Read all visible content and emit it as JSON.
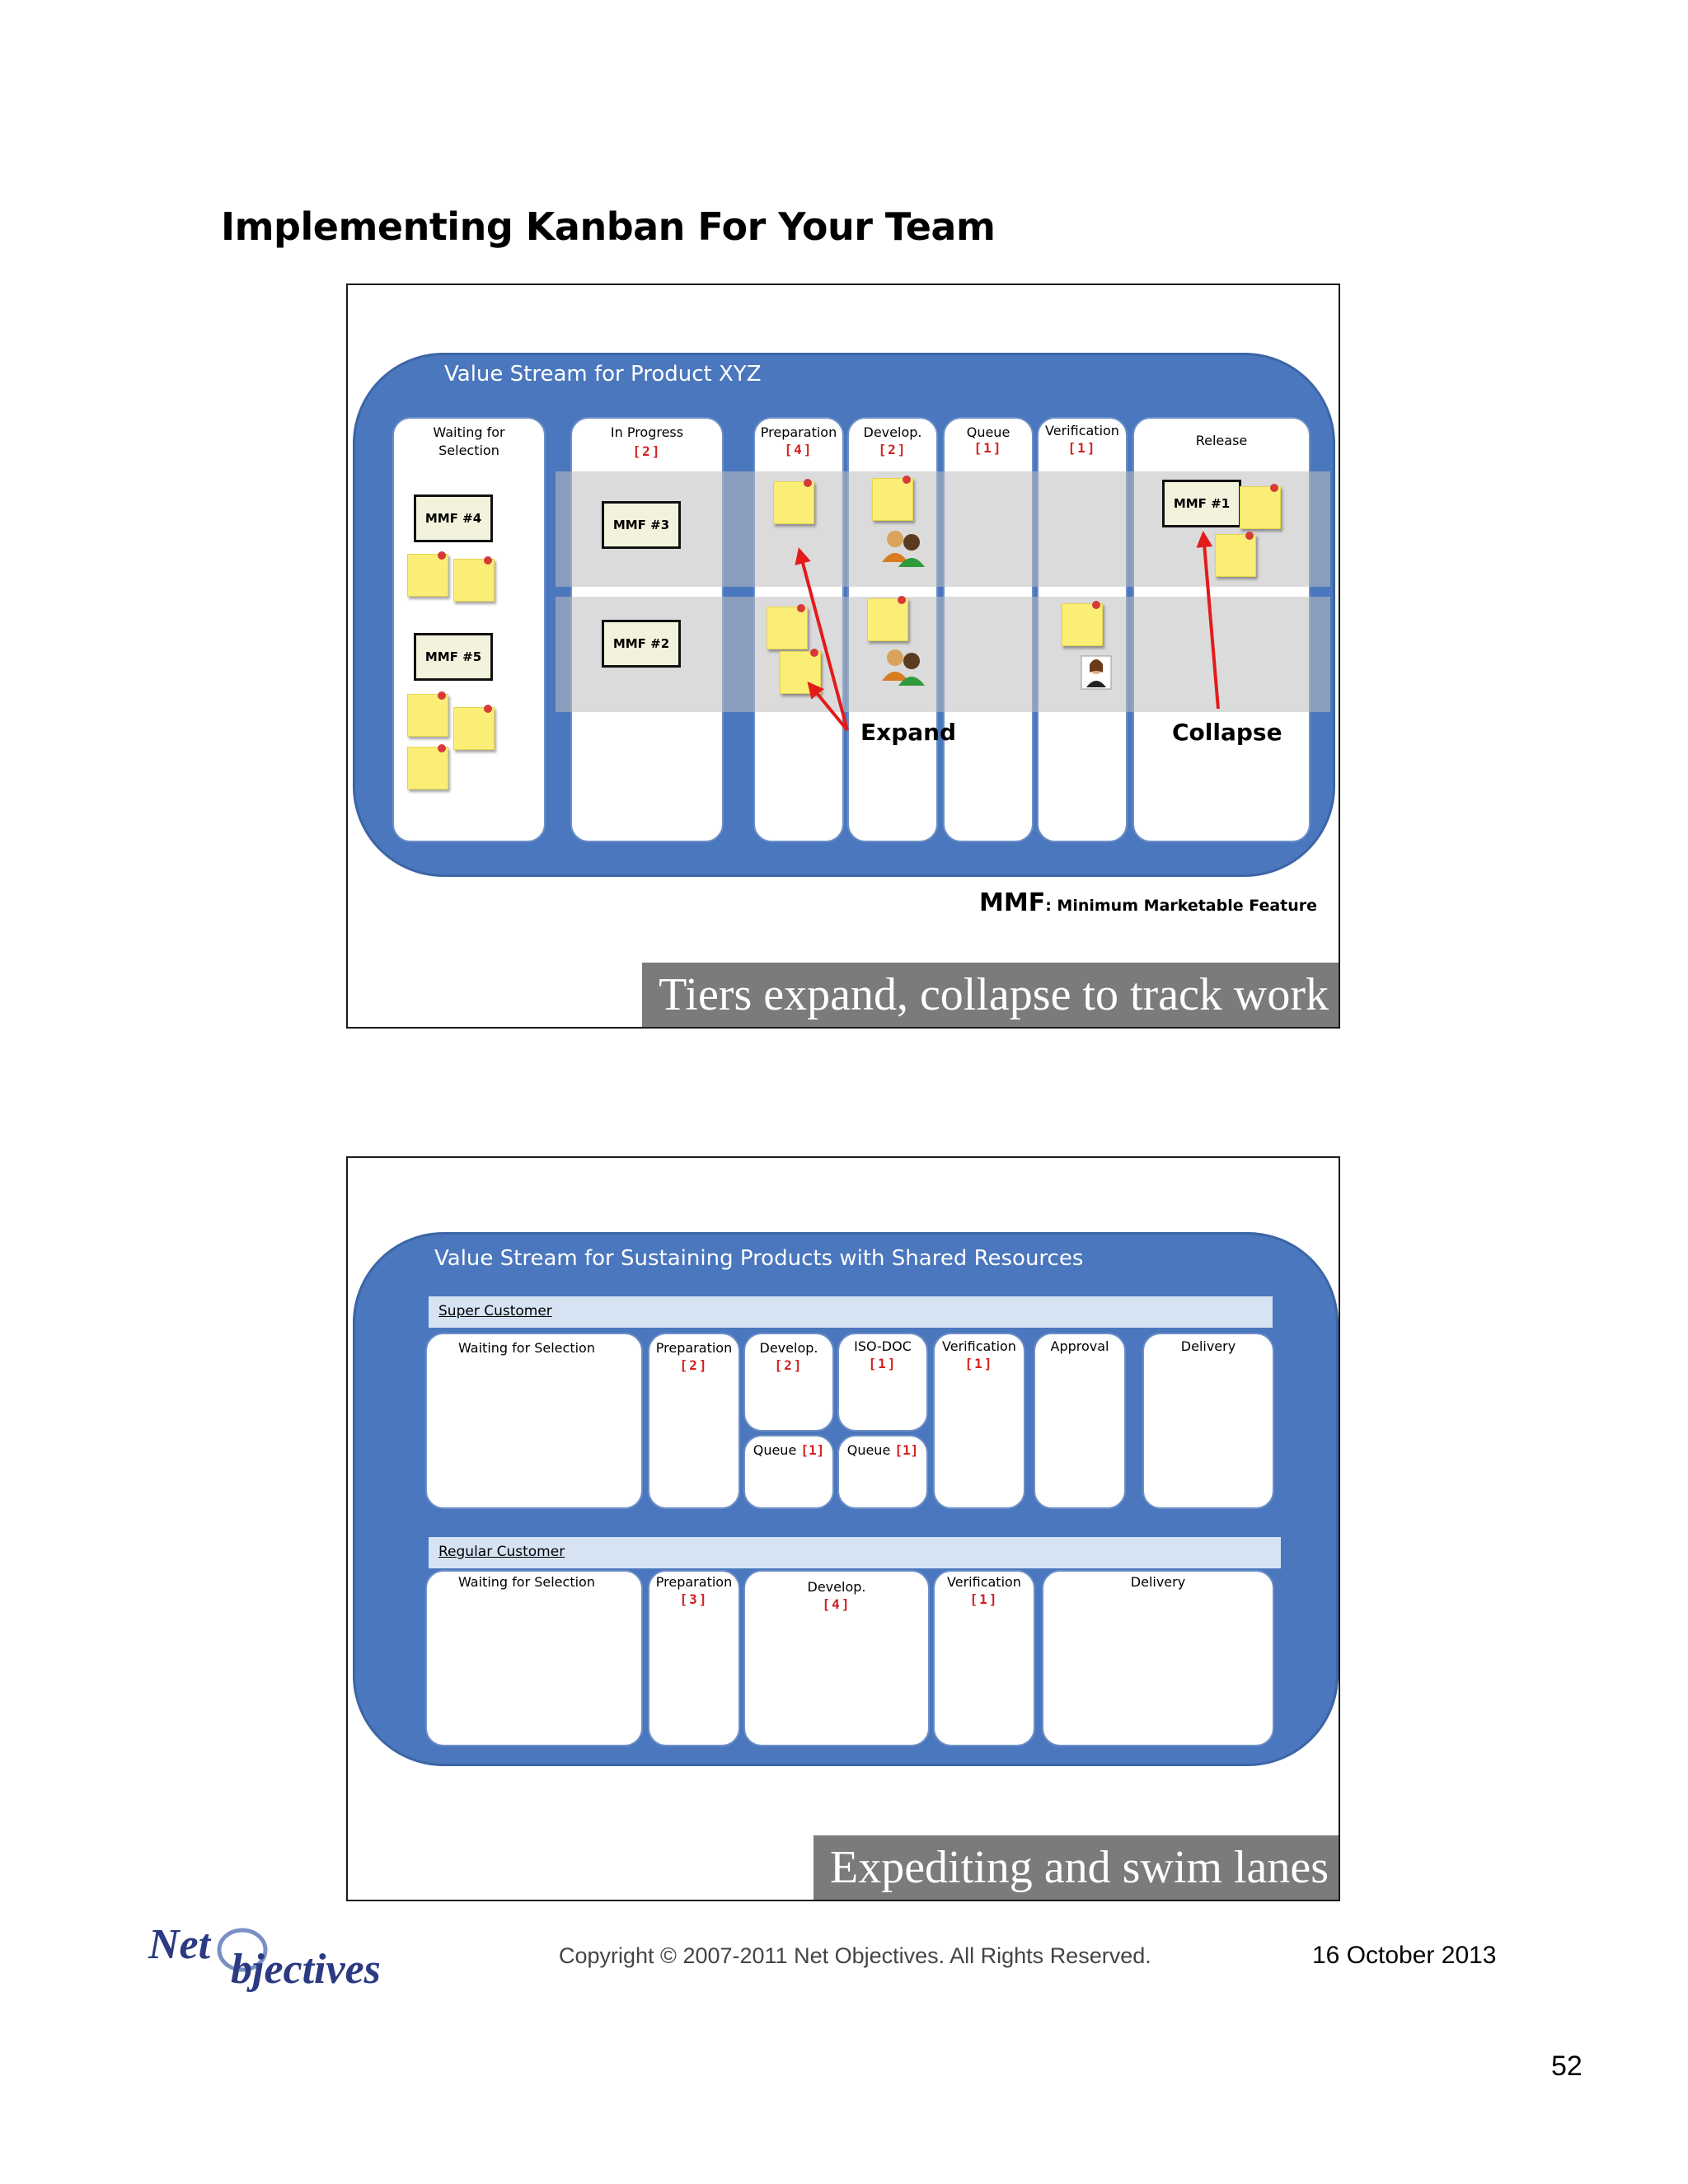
{
  "page": {
    "title": "Implementing Kanban For Your Team",
    "copyright": "Copyright © 2007-2011 Net Objectives. All Rights Reserved.",
    "date": "16 October 2013",
    "page_number": "52",
    "logo_text": "Net Objectives"
  },
  "slide1": {
    "board_title": "Value Stream for Product XYZ",
    "columns": [
      {
        "label": "Waiting for Selection",
        "wip": ""
      },
      {
        "label": "In Progress",
        "wip": "[2]"
      },
      {
        "label": "Preparation",
        "wip": "[4]"
      },
      {
        "label": "Develop.",
        "wip": "[2]"
      },
      {
        "label": "Queue",
        "wip": "[1]"
      },
      {
        "label": "Verification",
        "wip": "[1]"
      },
      {
        "label": "Release",
        "wip": ""
      }
    ],
    "cards": [
      "MMF #4",
      "MMF #5",
      "MMF #3",
      "MMF #2",
      "MMF #1"
    ],
    "annotations": {
      "expand": "Expand",
      "collapse": "Collapse"
    },
    "legend_abbrev": "MMF",
    "legend_text": ": Minimum Marketable Feature",
    "caption": "Tiers expand, collapse to track work"
  },
  "slide2": {
    "board_title": "Value Stream for Sustaining Products with Shared Resources",
    "super_lane": {
      "name": "Super Customer",
      "columns": [
        {
          "label": "Waiting for Selection",
          "wip": ""
        },
        {
          "label": "Preparation",
          "wip": "[2]"
        },
        {
          "label": "Develop.",
          "wip": "[2]"
        },
        {
          "label": "ISO-DOC",
          "wip": "[1]"
        },
        {
          "label": "Verification",
          "wip": "[1]"
        },
        {
          "label": "Approval",
          "wip": ""
        },
        {
          "label": "Delivery",
          "wip": ""
        }
      ],
      "queues": [
        {
          "label": "Queue",
          "wip": "[1]"
        },
        {
          "label": "Queue",
          "wip": "[1]"
        }
      ]
    },
    "regular_lane": {
      "name": "Regular Customer",
      "columns": [
        {
          "label": "Waiting for Selection",
          "wip": ""
        },
        {
          "label": "Preparation",
          "wip": "[3]"
        },
        {
          "label": "Develop.",
          "wip": "[4]"
        },
        {
          "label": "Verification",
          "wip": "[1]"
        },
        {
          "label": "Delivery",
          "wip": ""
        }
      ]
    },
    "caption": "Expediting and swim lanes"
  }
}
